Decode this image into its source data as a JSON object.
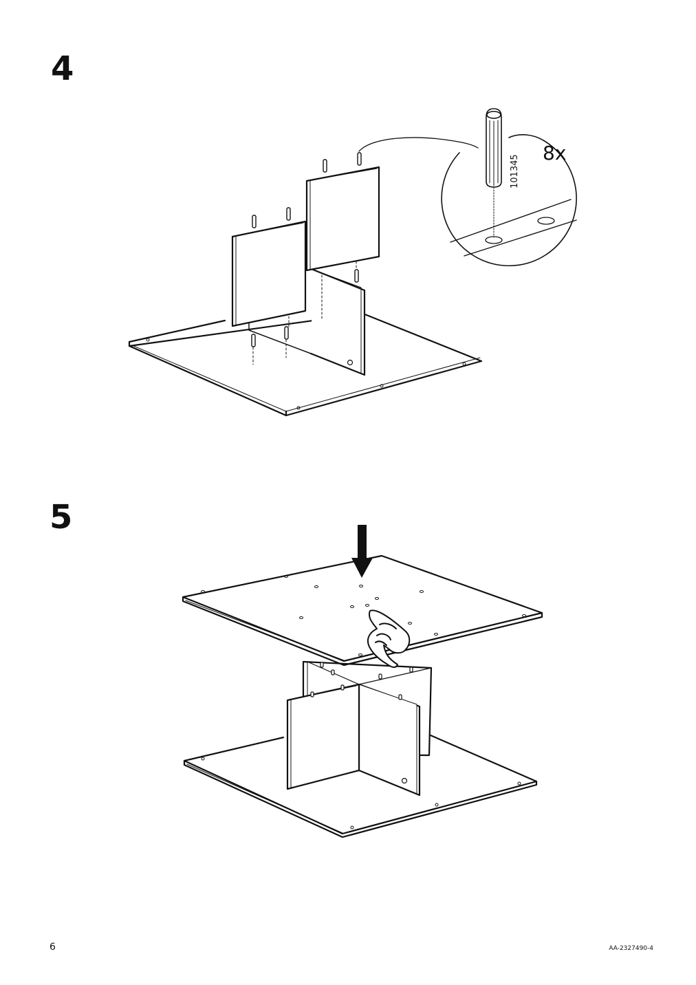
{
  "steps": [
    {
      "number": "4",
      "detail_callout": {
        "part_number": "101345",
        "quantity": "8x"
      }
    },
    {
      "number": "5"
    }
  ],
  "footer": {
    "page_number": "6",
    "document_code": "AA-2327490-4"
  },
  "icons": [
    "wooden-dowel-icon",
    "press-down-arrow-icon",
    "pressing-hand-icon"
  ]
}
